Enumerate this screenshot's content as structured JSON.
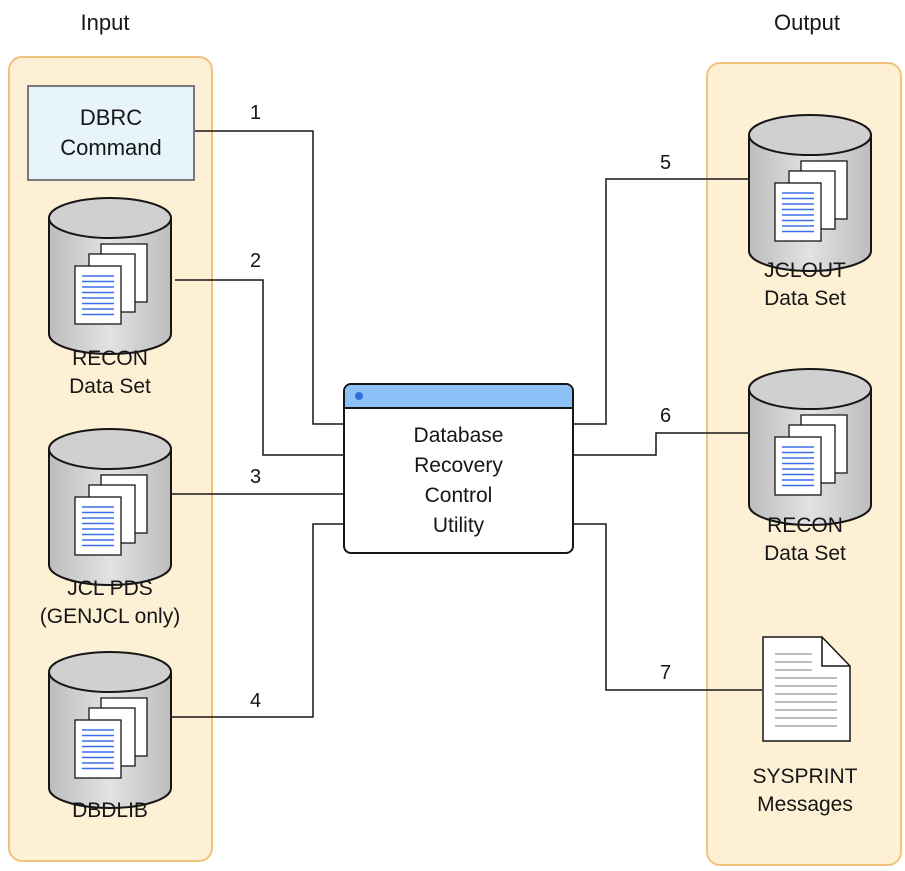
{
  "input_title": "Input",
  "output_title": "Output",
  "dbrc_command": {
    "line1": "DBRC",
    "line2": "Command"
  },
  "utility": {
    "line1": "Database",
    "line2": "Recovery",
    "line3": "Control",
    "line4": "Utility"
  },
  "inputs": {
    "recon": {
      "line1": "RECON",
      "line2": "Data Set"
    },
    "jcl_pds": {
      "line1": "JCL PDS",
      "line2": "(GENJCL only)"
    },
    "dbdlib": {
      "line1": "DBDLIB"
    }
  },
  "outputs": {
    "jclout": {
      "line1": "JCLOUT",
      "line2": "Data Set"
    },
    "recon": {
      "line1": "RECON",
      "line2": "Data Set"
    },
    "sysprint": {
      "line1": "SYSPRINT",
      "line2": "Messages"
    }
  },
  "connectors": [
    "1",
    "2",
    "3",
    "4",
    "5",
    "6",
    "7"
  ],
  "colors": {
    "panel_fill": "#fdf0d5",
    "panel_border": "#f1c27d",
    "command_fill": "#e8f4fb",
    "utility_bar": "#8cc1f7",
    "doc_lines": "#3a6ee8"
  }
}
